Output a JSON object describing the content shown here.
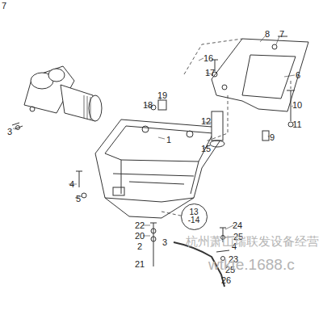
{
  "diagram": {
    "nodes": [
      {
        "text": [
          "13 -14"
        ]
      }
    ],
    "labels": [
      "7",
      "8",
      "7",
      "6",
      "16",
      "17",
      "19",
      "18",
      "1",
      "12",
      "10",
      "11",
      "9",
      "15",
      "3",
      "4",
      "5",
      "22",
      "20",
      "2",
      "3",
      "21",
      "24",
      "25",
      "4",
      "23",
      "25",
      "26",
      "杭州萧山瑞联发设备经营",
      "wtkte.1688.c"
    ]
  }
}
